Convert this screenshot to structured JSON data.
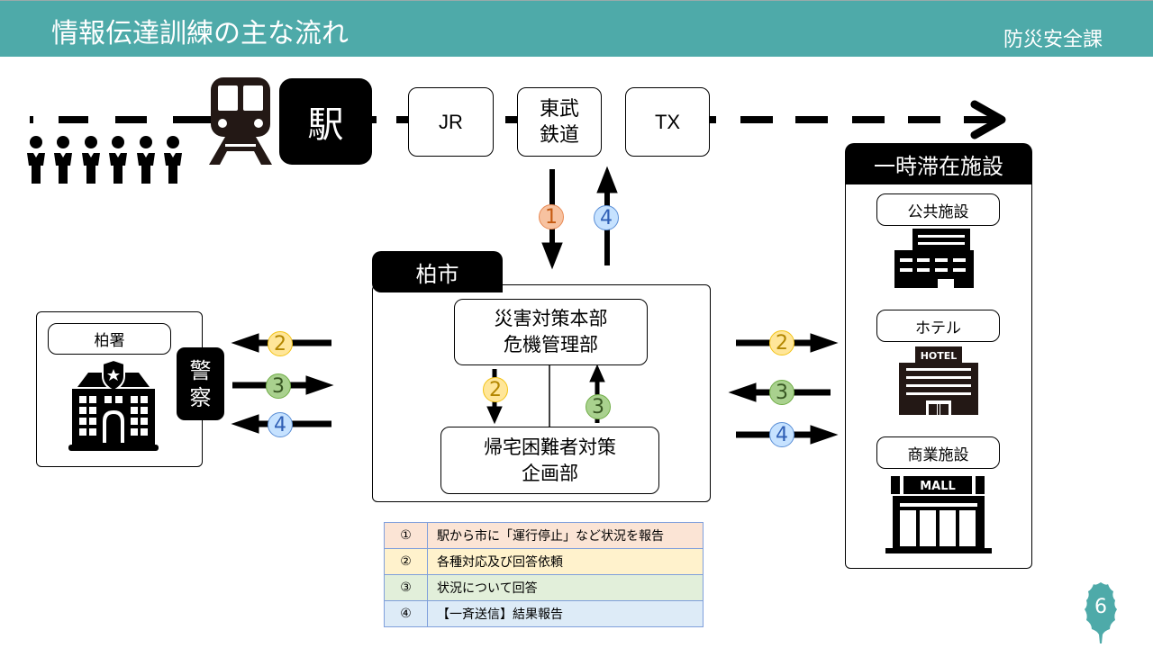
{
  "header": {
    "title": "情報伝達訓練の主な流れ",
    "department": "防災安全課",
    "accent_color": "#4eaaa9"
  },
  "station": {
    "label": "駅",
    "operators": [
      "JR",
      "東武\n鉄道",
      "TX"
    ],
    "icons": [
      "commuters-icon",
      "train-icon"
    ]
  },
  "city": {
    "label": "柏市",
    "top_unit": [
      "災害対策本部",
      "危機管理部"
    ],
    "bottom_unit": [
      "帰宅困難者対策",
      "企画部"
    ]
  },
  "police": {
    "station_name": "柏署",
    "label_chars": [
      "警",
      "察"
    ]
  },
  "shelter": {
    "label": "一時滞在施設",
    "facilities": [
      {
        "name": "公共施設",
        "icon": "public-building-icon"
      },
      {
        "name": "ホテル",
        "icon": "hotel-icon",
        "sign": "HOTEL"
      },
      {
        "name": "商業施設",
        "icon": "mall-icon",
        "sign": "MALL"
      }
    ]
  },
  "steps": {
    "s1": "1",
    "s2": "2",
    "s3": "3",
    "s4": "4"
  },
  "colors": {
    "step1": "#f7c2a0",
    "step2": "#ffe699",
    "step3": "#a9d18e",
    "step4": "#c6e2ff"
  },
  "legend": [
    {
      "num": "①",
      "text": "駅から市に「運行停止」など状況を報告",
      "bg": "#fbe4d5"
    },
    {
      "num": "②",
      "text": "各種対応及び回答依頼",
      "bg": "#fff2cc"
    },
    {
      "num": "③",
      "text": "状況について回答",
      "bg": "#e2efda"
    },
    {
      "num": "④",
      "text": "【一斉送信】結果報告",
      "bg": "#ddebf7"
    }
  ],
  "page_number": "6"
}
